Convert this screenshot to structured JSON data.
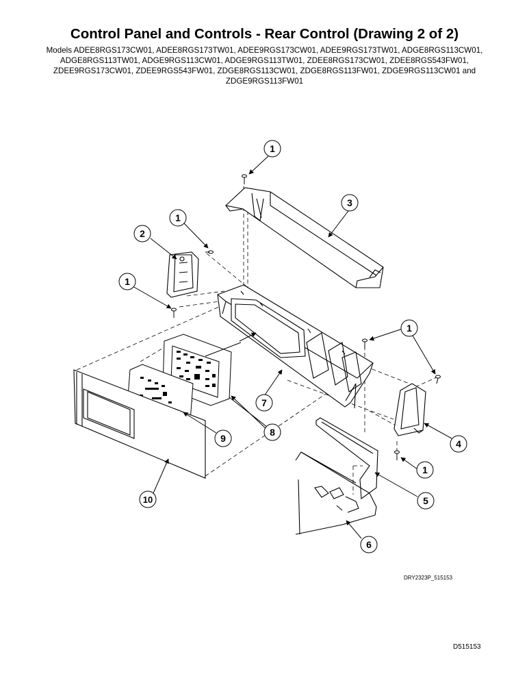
{
  "header": {
    "title": "Control Panel and Controls - Rear Control (Drawing 2 of 2)",
    "model_lines": [
      "Models ADEE8RGS173CW01, ADEE8RGS173TW01, ADEE9RGS173CW01, ADEE9RGS173TW01, ADGE8RGS113CW01,",
      "ADGE8RGS113TW01, ADGE9RGS113CW01, ADGE9RGS113TW01, ZDEE8RGS173CW01, ZDEE8RGS543FW01,",
      "ZDEE9RGS173CW01, ZDEE9RGS543FW01, ZDGE8RGS113CW01, ZDGE8RGS113FW01, ZDGE9RGS113CW01 and",
      "ZDGE9RGS113FW01"
    ]
  },
  "callouts": {
    "c1a": "1",
    "c1b": "1",
    "c1c": "1",
    "c1d": "1",
    "c1e": "1",
    "c2": "2",
    "c3": "3",
    "c4": "4",
    "c5": "5",
    "c6": "6",
    "c7": "7",
    "c8": "8",
    "c9": "9",
    "c10": "10"
  },
  "footer": {
    "drawing_code": "DRY2323P_515153",
    "document_id": "D515153"
  }
}
